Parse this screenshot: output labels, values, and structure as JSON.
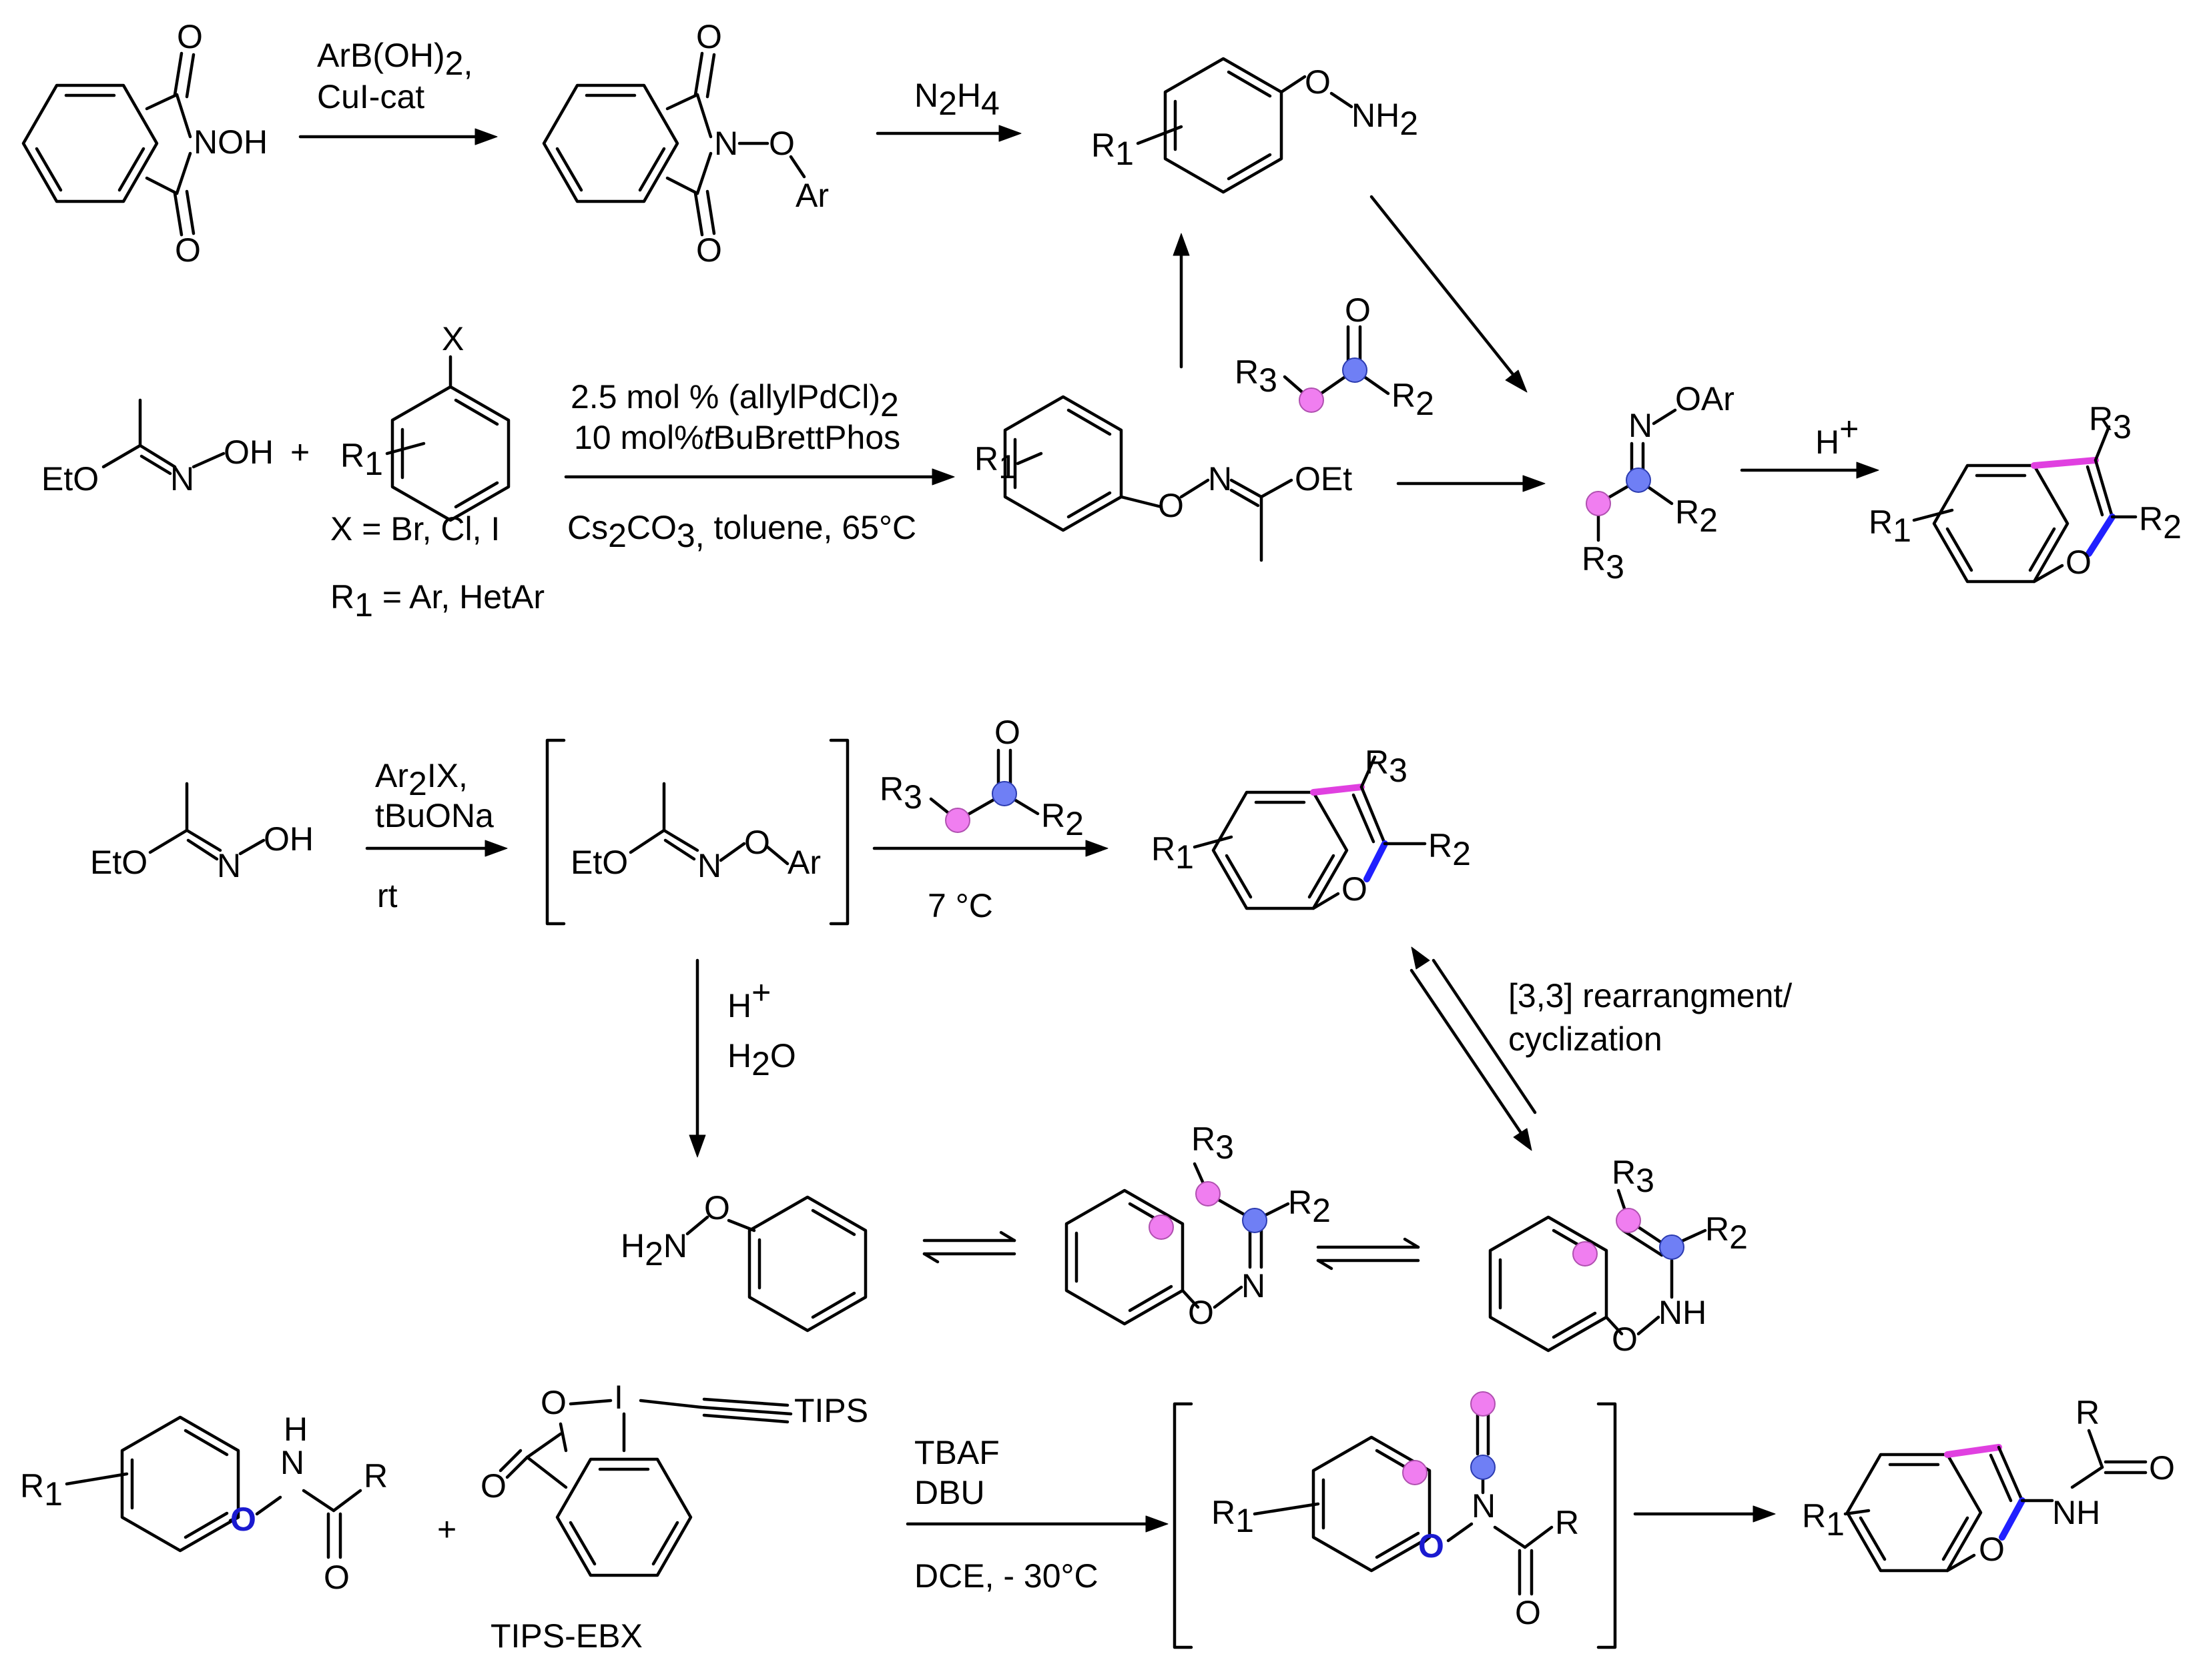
{
  "labels": {
    "nhpi_oh": "NOH",
    "o": "O",
    "n_o": "N",
    "ar": "Ar",
    "reagent1_line1": "ArB(OH)",
    "reagent1_line1_sub": "2,",
    "reagent1_line2": "CuI-cat",
    "hydrazine": "N",
    "hydrazine_sub1": "2",
    "hydrazine_h": "H",
    "hydrazine_sub2": "4",
    "nh2": "NH",
    "nh2_sub": "2",
    "r": "R",
    "sub1": "1",
    "sub2": "2",
    "sub3": "3",
    "eto": "EtO",
    "oet": "OEt",
    "oh": "OH",
    "n": "N",
    "x": "X",
    "plus": "+",
    "pd_line1": "2.5 mol % (allylPdCl)",
    "pd_line2_a": "10 mol%",
    "pd_line2_b": "t",
    "pd_line2_c": "BuBrettPhos",
    "pd_line3_a": "Cs",
    "pd_line3_b": "CO",
    "pd_line3_c": "3,",
    "pd_line3_d": " toluene, 65°C",
    "x_def": "X = Br, Cl, I",
    "r1_def_a": "R",
    "r1_def_b": " = Ar, HetAr",
    "oar": "OAr",
    "h_plus": "H",
    "plus_sup": "+",
    "ar2ix_a": "Ar",
    "ar2ix_b": "IX,",
    "tbuona": "tBuONa",
    "rt": "rt",
    "temp7": "7 °C",
    "h2o_h": "H",
    "h2o_o": "O",
    "rearr_line1": "[3,3] rearrangment/",
    "rearr_line2": "cyclization",
    "h2n": "H",
    "h2n_n": "N",
    "nh": "NH",
    "i": "I",
    "tips": "TIPS",
    "tips_ebx": "TIPS-EBX",
    "tbaf": "TBAF",
    "dbu": "DBU",
    "dce": "DCE, - 30°C"
  }
}
